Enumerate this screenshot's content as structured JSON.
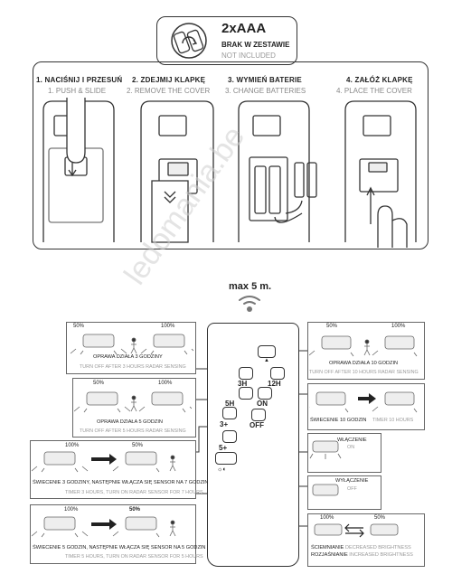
{
  "battery": {
    "title": "2xAAA",
    "no_incl_pl": "BRAK W ZESTAWIE",
    "no_incl_en": "NOT INCLUDED"
  },
  "steps": [
    {
      "pl": "1. NACIŚNIJ I PRZESUŃ",
      "en": "1. PUSH & SLIDE"
    },
    {
      "pl": "2. ZDEJMIJ KLAPKĘ",
      "en": "2. REMOVE THE COVER"
    },
    {
      "pl": "3. WYMIEŃ BATERIE",
      "en": "3. CHANGE BATTERIES"
    },
    {
      "pl": "4. ZAŁÓŻ KLAPKĘ",
      "en": "4. PLACE THE COVER"
    }
  ],
  "max_range": "max 5 m.",
  "remote_buttons": {
    "b3h": "3H",
    "b12h": "12H",
    "b5h": "5H",
    "bon": "ON",
    "b3p": "3+",
    "boff": "OFF",
    "b5p": "5+"
  },
  "pct": {
    "p50": "50%",
    "p100": "100%"
  },
  "panels": {
    "p3h": {
      "pl": "OPRAWA DZIAŁA 3 GODZINY",
      "en": "TURN OFF AFTER 3 HOURS RADAR SENSING"
    },
    "p5h": {
      "pl": "OPRAWA DZIAŁA 5 GODZIN",
      "en": "TURN OFF AFTER 5 HOURS RADAR SENSING"
    },
    "p12h": {
      "pl": "OPRAWA DZIAŁA 10 GODZIN",
      "en": "TURN OFF AFTER 10 HOURS RADAR SENSING"
    },
    "pon": {
      "pl": "ŚWIECENIE 10 GODZIN",
      "en": "TIMER 10 HOURS"
    },
    "p3p": {
      "pl": "ŚWIECENIE 3 GODZINY, NASTĘPNIE WŁĄCZA SIĘ SENSOR NA 7 GODZIN",
      "en": "TIMER 3 HOURS, TURN ON RADAR SENSOR FOR 7 HOURS"
    },
    "p5p": {
      "pl": "ŚWIECENIE 5 GODZIN, NASTĘPNIE WŁĄCZA SIĘ SENSOR NA 5 GODZIN",
      "en": "TIMER 5 HOURS, TURN ON RADAR SENSOR FOR 5 HOURS"
    },
    "pwl": {
      "pl": "WŁĄCZENIE",
      "en": "ON"
    },
    "pwy": {
      "pl": "WYŁĄCZENIE",
      "en": "OFF"
    },
    "pdim": {
      "pl1": "ŚCIEMNIANIE",
      "en1": "DECREASED BRIGHTNESS",
      "pl2": "ROZJAŚNIANIE",
      "en2": "INCREASED BRIGHTNESS"
    }
  }
}
